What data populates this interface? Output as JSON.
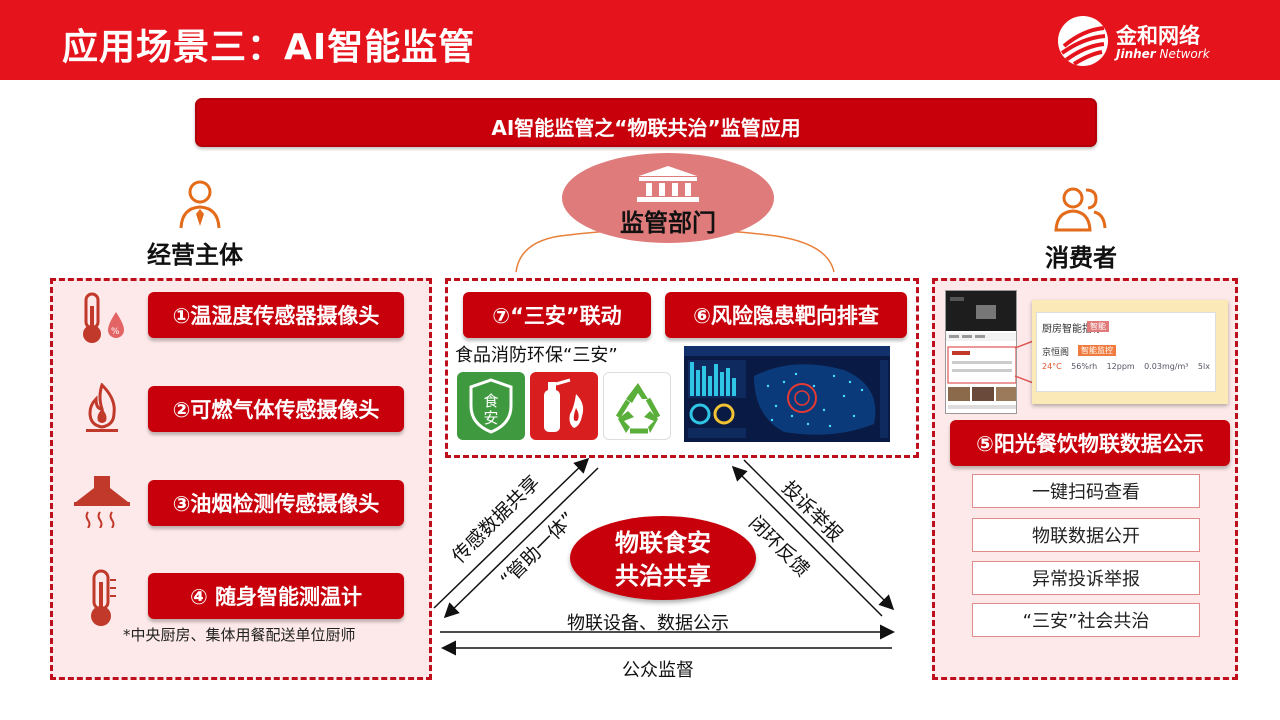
{
  "page": {
    "title": "应用场景三：AI智能监管",
    "logo_cn": "金和网络",
    "logo_en_bold": "Jinher",
    "logo_en_rest": " Network",
    "banner": "AI智能监管之“物联共治”监管应用"
  },
  "regulator": {
    "label": "监管部门",
    "icon": "government-building-icon"
  },
  "operator": {
    "label": "经营主体",
    "icon": "business-person-icon",
    "items": [
      {
        "label": "①温湿度传感器摄像头",
        "icon": "thermometer-humidity-icon"
      },
      {
        "label": "②可燃气体传感摄像头",
        "icon": "flame-icon"
      },
      {
        "label": "③油烟检测传感摄像头",
        "icon": "range-hood-icon"
      },
      {
        "label": "④  随身智能测温计",
        "icon": "thermometer-icon"
      }
    ],
    "note": "*中央厨房、集体用餐配送单位厨师"
  },
  "regulator_panel": {
    "linkage_label": "⑦“三安”联动",
    "risk_label": "⑥风险隐患靶向排查",
    "sanan_caption": "食品消防环保“三安”",
    "tiles": [
      {
        "label": "食",
        "sublabel": "安",
        "icon": "food-safety-shield-icon",
        "color": "#3f9a3f"
      },
      {
        "icon": "fire-extinguisher-icon",
        "color": "#d81e1e"
      },
      {
        "icon": "recycle-icon",
        "color": "#5aae3a"
      }
    ]
  },
  "consumer": {
    "label": "消费者",
    "icon": "consumers-icon",
    "screen_title": "厨房智能指标",
    "screen_tag": "智能",
    "screen_sub": "京恒阁",
    "screen_badge": "智能监控",
    "screen_values": [
      "24°C",
      "56%rh",
      "12ppm",
      "0.03mg/m³",
      "5lx"
    ],
    "feature_label": "⑤阳光餐饮物联数据公示",
    "links": [
      "一键扫码查看",
      "物联数据公开",
      "异常投诉举报",
      "“三安”社会共治"
    ]
  },
  "core": {
    "line1": "物联食安",
    "line2": "共治共享"
  },
  "flows": {
    "sensor_share": "传感数据共享",
    "guide": "“管助一体”",
    "complaint": "投诉举报",
    "feedback": "闭环反馈",
    "iot_public": "物联设备、数据公示",
    "public_supervision": "公众监督"
  },
  "colors": {
    "brand_red": "#e5141c",
    "dark_red": "#c8000b",
    "panel_pink": "#fde9e9",
    "orange_icon": "#e36b1a"
  }
}
